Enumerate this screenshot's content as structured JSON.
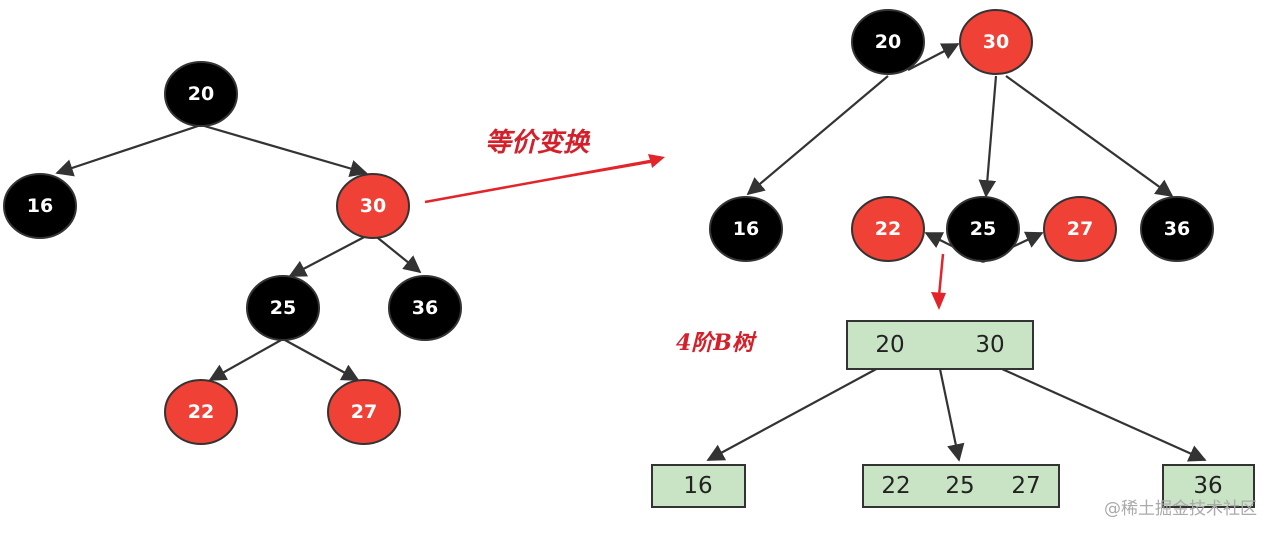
{
  "left_tree": {
    "nodes": [
      {
        "id": "n20",
        "label": "20",
        "color": "black"
      },
      {
        "id": "n16",
        "label": "16",
        "color": "black"
      },
      {
        "id": "n30",
        "label": "30",
        "color": "red"
      },
      {
        "id": "n25",
        "label": "25",
        "color": "black"
      },
      {
        "id": "n36",
        "label": "36",
        "color": "black"
      },
      {
        "id": "n22",
        "label": "22",
        "color": "red"
      },
      {
        "id": "n27",
        "label": "27",
        "color": "red"
      }
    ]
  },
  "transform_label": "等价变换",
  "right_tree": {
    "nodes": [
      {
        "id": "r20",
        "label": "20",
        "color": "black"
      },
      {
        "id": "r30",
        "label": "30",
        "color": "red"
      },
      {
        "id": "r16",
        "label": "16",
        "color": "black"
      },
      {
        "id": "r22",
        "label": "22",
        "color": "red"
      },
      {
        "id": "r25",
        "label": "25",
        "color": "black"
      },
      {
        "id": "r27",
        "label": "27",
        "color": "red"
      },
      {
        "id": "r36",
        "label": "36",
        "color": "black"
      }
    ]
  },
  "btree_label": "4阶B树",
  "btree": {
    "root": [
      "20",
      "30"
    ],
    "leaves": [
      [
        "16"
      ],
      [
        "22",
        "25",
        "27"
      ],
      [
        "36"
      ]
    ]
  },
  "colors": {
    "black_node": "#000000",
    "red_node": "#ef4136",
    "node_stroke": "#333333",
    "edge": "#333333",
    "accent_red": "#d4202a",
    "box_fill": "#c9e4c5",
    "box_stroke": "#333333"
  },
  "watermark": "@稀土掘金技术社区"
}
